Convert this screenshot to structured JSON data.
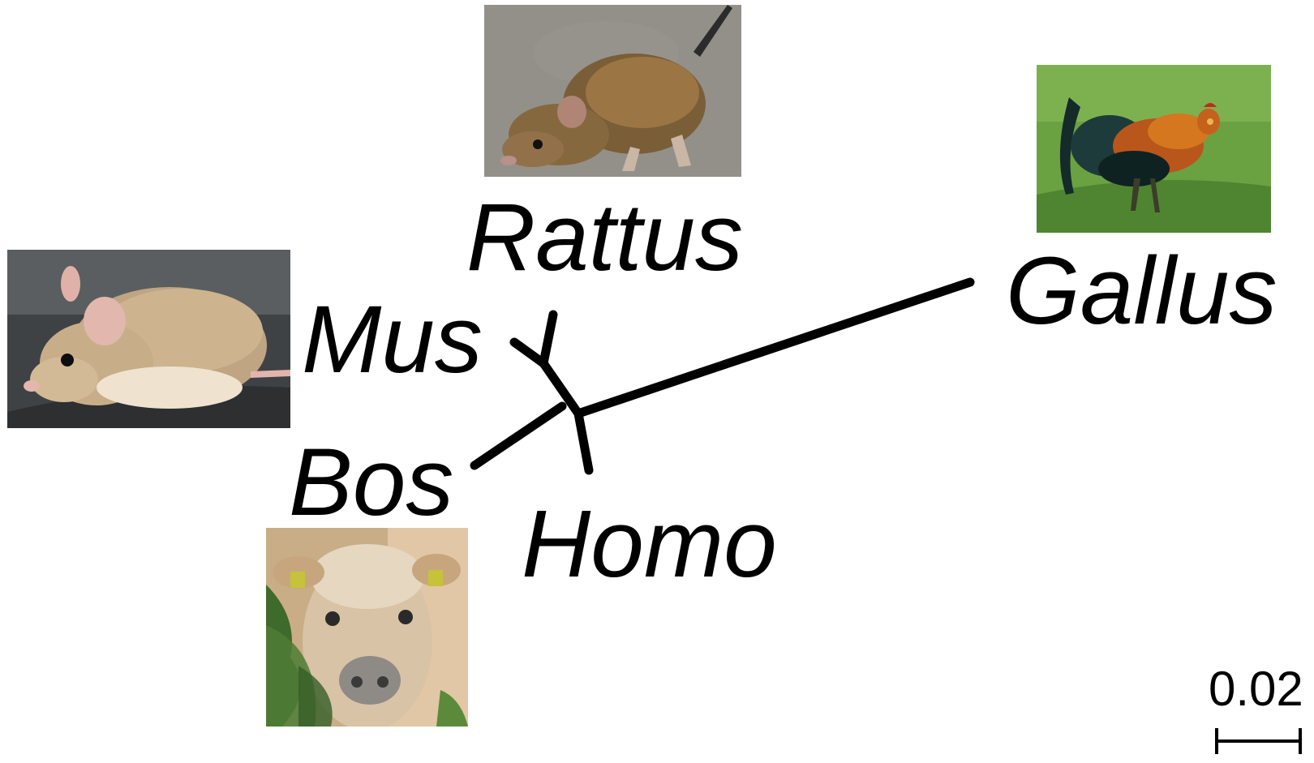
{
  "tree": {
    "taxa": [
      {
        "id": "rattus",
        "label": "Rattus"
      },
      {
        "id": "mus",
        "label": "Mus"
      },
      {
        "id": "bos",
        "label": "Bos"
      },
      {
        "id": "homo",
        "label": "Homo"
      },
      {
        "id": "gallus",
        "label": "Gallus"
      }
    ],
    "topology": "unrooted",
    "branch_color": "#000000",
    "scale_bar": {
      "label": "0.02",
      "value": 0.02
    }
  },
  "photos": {
    "rattus": {
      "icon": "rat-photo",
      "palette": [
        "#8c8c86",
        "#6e5a3c",
        "#a07a48"
      ]
    },
    "mus": {
      "icon": "mouse-photo",
      "palette": [
        "#4b4f52",
        "#c9b28e",
        "#efe3cf"
      ]
    },
    "bos": {
      "icon": "cow-photo",
      "palette": [
        "#3f6a2e",
        "#d9c2a4",
        "#bfa27a"
      ]
    },
    "gallus": {
      "icon": "rooster-photo",
      "palette": [
        "#5f9a3a",
        "#c4611d",
        "#1d3b3a"
      ]
    }
  }
}
